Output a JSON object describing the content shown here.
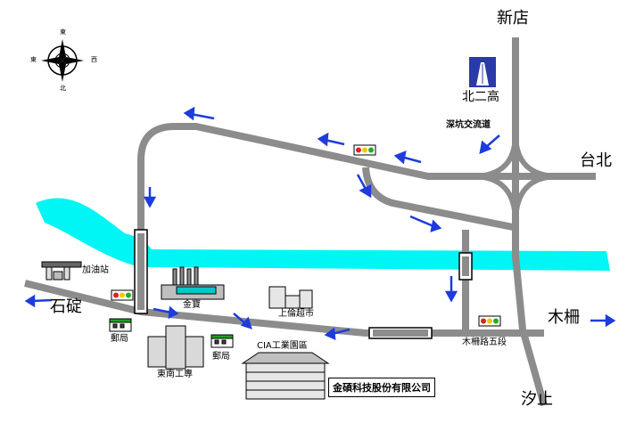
{
  "places": {
    "xindian": "新店",
    "beierhgao": "北二高",
    "shenkeng": "深坑交流道",
    "taipei": "台北",
    "muzha": "木柵",
    "xizhi": "汐止",
    "shiding": "石碇",
    "gas_station": "加油站",
    "jinbao": "金寶",
    "shanglunchao": "上倫超市",
    "post_office_1": "郵局",
    "post_office_2": "郵局",
    "dongnan": "東南工專",
    "cia_park": "CIA工業園區",
    "muzha_road": "木柵路五段",
    "company": "金碩科技股份有限公司"
  },
  "compass": {
    "north": "東",
    "south": "北",
    "west": "東",
    "east": "西"
  },
  "colors": {
    "river": "#00f5f5",
    "road": "#8c8c8c",
    "arrow": "#1e3cdc",
    "sign": "#2a3aa8"
  }
}
